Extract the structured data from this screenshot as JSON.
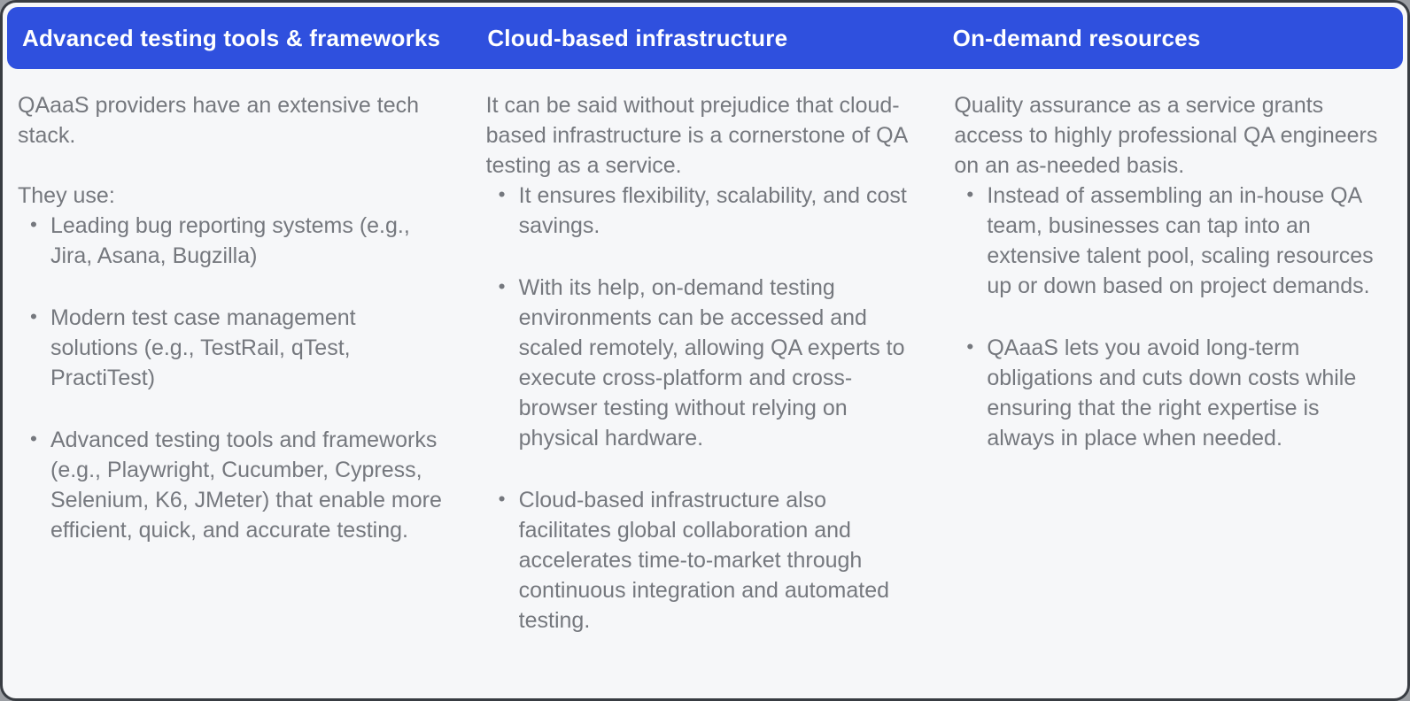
{
  "theme": {
    "header_bg": "#2f50de",
    "header_text": "#ffffff",
    "card_bg": "#f6f7f9",
    "body_text": "#75787e",
    "outer_border": "#383c42"
  },
  "bullet_char": "•",
  "columns": [
    {
      "header": "Advanced testing tools & frameworks",
      "intro": "QAaaS providers have an extensive tech stack.",
      "lead": "They use:",
      "bullets": [
        "Leading bug reporting systems (e.g., Jira, Asana, Bugzilla)",
        "Modern test case management solutions (e.g., TestRail, qTest, PractiTest)",
        "Advanced testing tools and frameworks (e.g., Playwright, Cucumber, Cypress, Selenium, K6, JMeter) that enable more efficient, quick, and accurate testing."
      ]
    },
    {
      "header": "Cloud-based infrastructure",
      "intro": "It can be said without prejudice that cloud-based infrastructure is a cornerstone of QA testing as a service.",
      "bullets": [
        "It ensures flexibility, scalability, and cost savings.",
        "With its help, on-demand testing environments can be accessed and scaled remotely, allowing QA experts to execute cross-platform and cross-browser testing without relying on physical hardware.",
        "Cloud-based infrastructure also facilitates global collaboration and accelerates time-to-market through continuous integration and automated testing."
      ]
    },
    {
      "header": "On-demand resources",
      "intro": "Quality assurance as a service grants access to highly professional QA engineers on an as-needed basis.",
      "bullets": [
        "Instead of assembling an in-house QA team, businesses can tap into an extensive talent pool, scaling resources up or down based on project demands.",
        "QAaaS lets you avoid long-term obligations and cuts down costs while ensuring that the right expertise is always in place when needed."
      ]
    }
  ]
}
